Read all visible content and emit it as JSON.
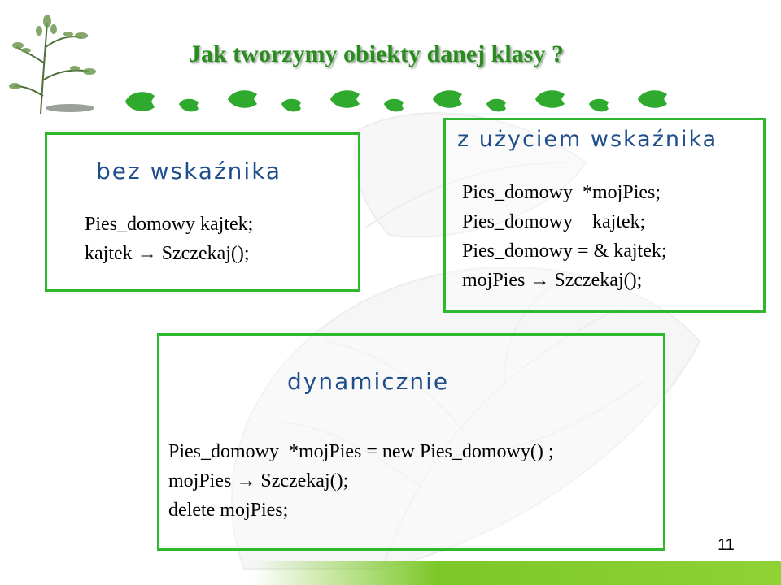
{
  "slide": {
    "title": "Jak tworzymy obiekty danej klasy ?",
    "page_number": "11"
  },
  "boxes": {
    "without_pointer": {
      "heading": "bez wskaźnika",
      "lines": [
        "Pies_domowy kajtek;",
        "kajtek → Szczekaj();"
      ]
    },
    "with_pointer": {
      "heading": "z użyciem wskaźnika",
      "lines": [
        "Pies_domowy  *mojPies;",
        "Pies_domowy    kajtek;",
        "Pies_domowy = & kajtek;",
        "mojPies → Szczekaj();"
      ]
    },
    "dynamic": {
      "heading": "dynamicznie",
      "lines": [
        "Pies_domowy  *mojPies = new Pies_domowy() ;",
        "mojPies → Szczekaj();",
        "delete mojPies;"
      ]
    }
  },
  "colors": {
    "title": "#2a8c1e",
    "box_border": "#2eb82e",
    "handwriting": "#1f4e8c",
    "leaf": "#2faa2f"
  }
}
